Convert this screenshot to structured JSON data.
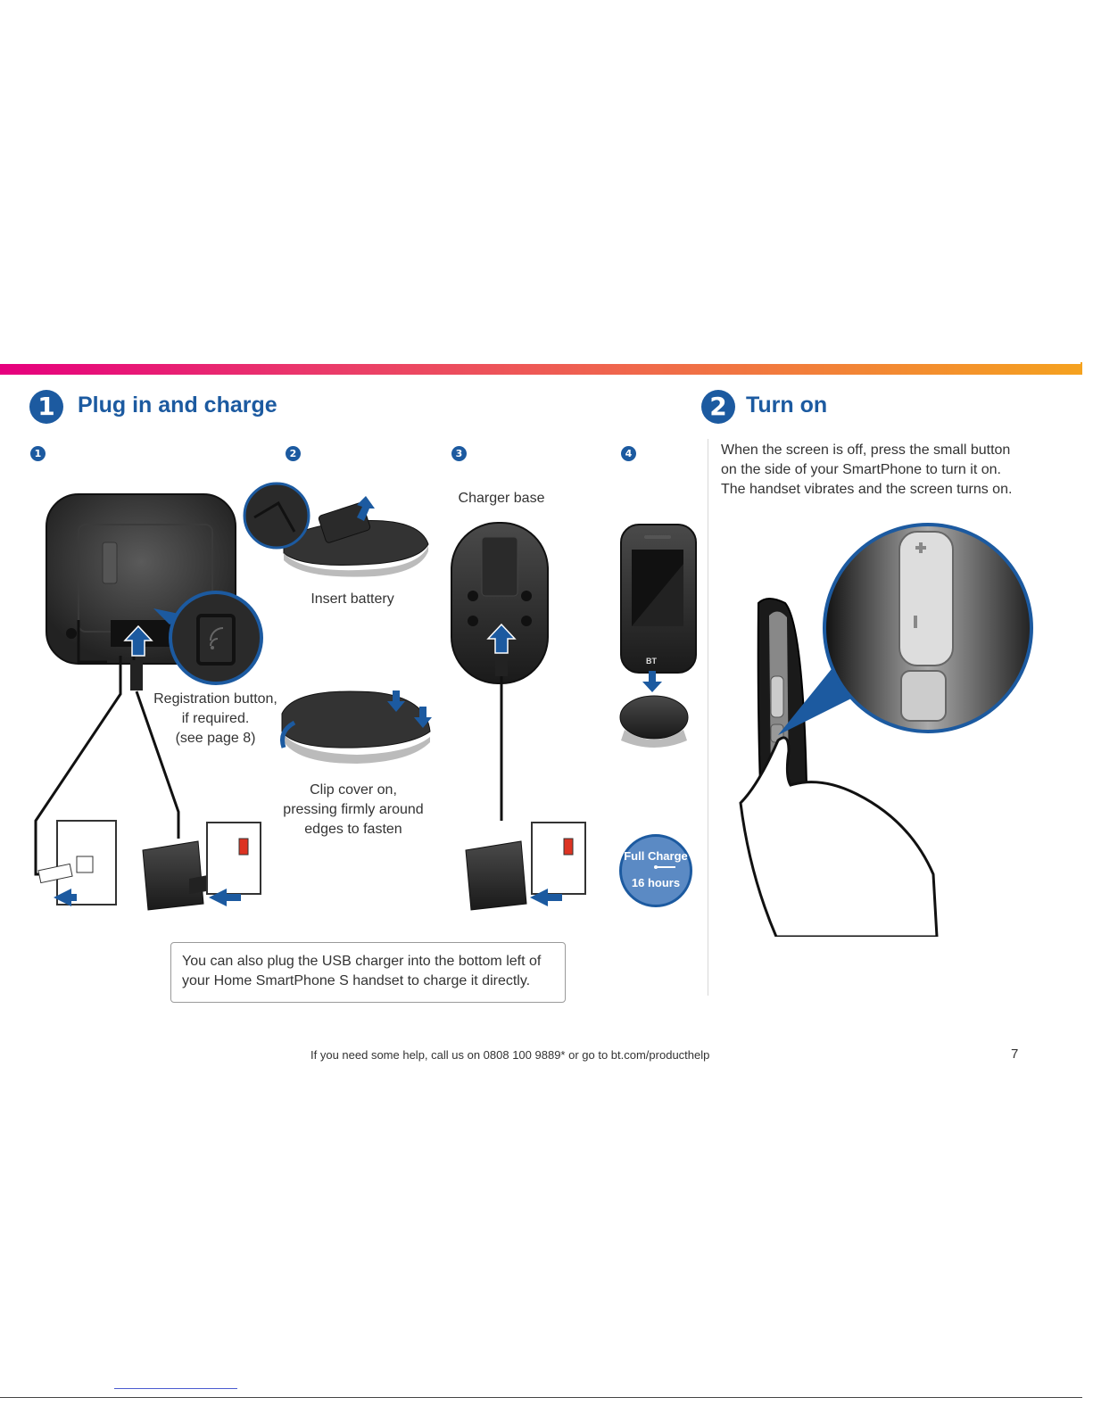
{
  "section1": {
    "number": "1",
    "title": "Plug in and charge"
  },
  "section2": {
    "number": "2",
    "title": "Turn on"
  },
  "substeps": [
    "1",
    "2",
    "3",
    "4"
  ],
  "captions": {
    "registration": [
      "Registration button,",
      "if required.",
      "(see page 8)"
    ],
    "insert_battery": "Insert battery",
    "clip_cover": [
      "Clip cover on,",
      "pressing firmly around",
      "edges to fasten"
    ],
    "charger_base": "Charger base"
  },
  "full_charge": {
    "label": "Full Charge",
    "duration": "16 hours"
  },
  "turn_on_text": [
    "When the screen is off, press the small button",
    "on the side of your SmartPhone to turn it on.",
    "The handset vibrates and the screen turns on."
  ],
  "note": [
    "You can also plug the USB charger into the bottom left of",
    "your Home SmartPhone S handset to charge it directly."
  ],
  "footer": {
    "help": "If you need some help, call us on 0808 100 9889* or go to bt.com/producthelp",
    "page_number": "7"
  },
  "logo_text": "BT",
  "colors": {
    "brand_blue": "#1c5aa0",
    "gradient_start": "#e6007e",
    "gradient_end": "#f5a21f"
  }
}
